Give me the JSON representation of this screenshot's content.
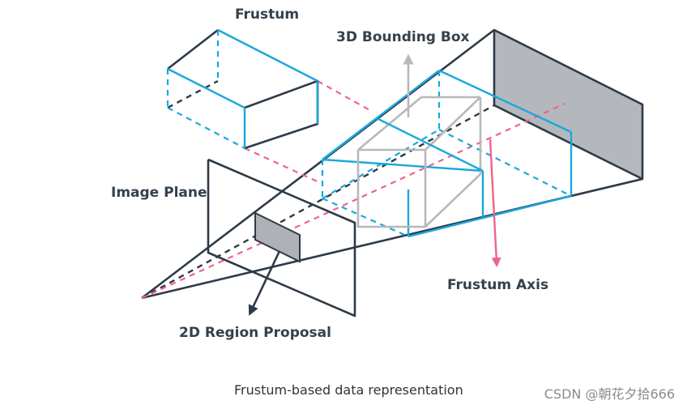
{
  "labels": {
    "frustum": "Frustum",
    "bbox_3d": "3D Bounding Box",
    "image_plane": "Image Plane",
    "frustum_axis": "Frustum Axis",
    "region_proposal": "2D Region Proposal"
  },
  "caption": "Frustum-based data representation",
  "watermark": "CSDN @朝花夕拾666",
  "colors": {
    "dark_line": "#2e3a48",
    "frustum_slice": "#1aa7dc",
    "axis": "#f0628d",
    "bounding_box": "#b8b8b8",
    "shaded_face": "#b4b8bd"
  }
}
